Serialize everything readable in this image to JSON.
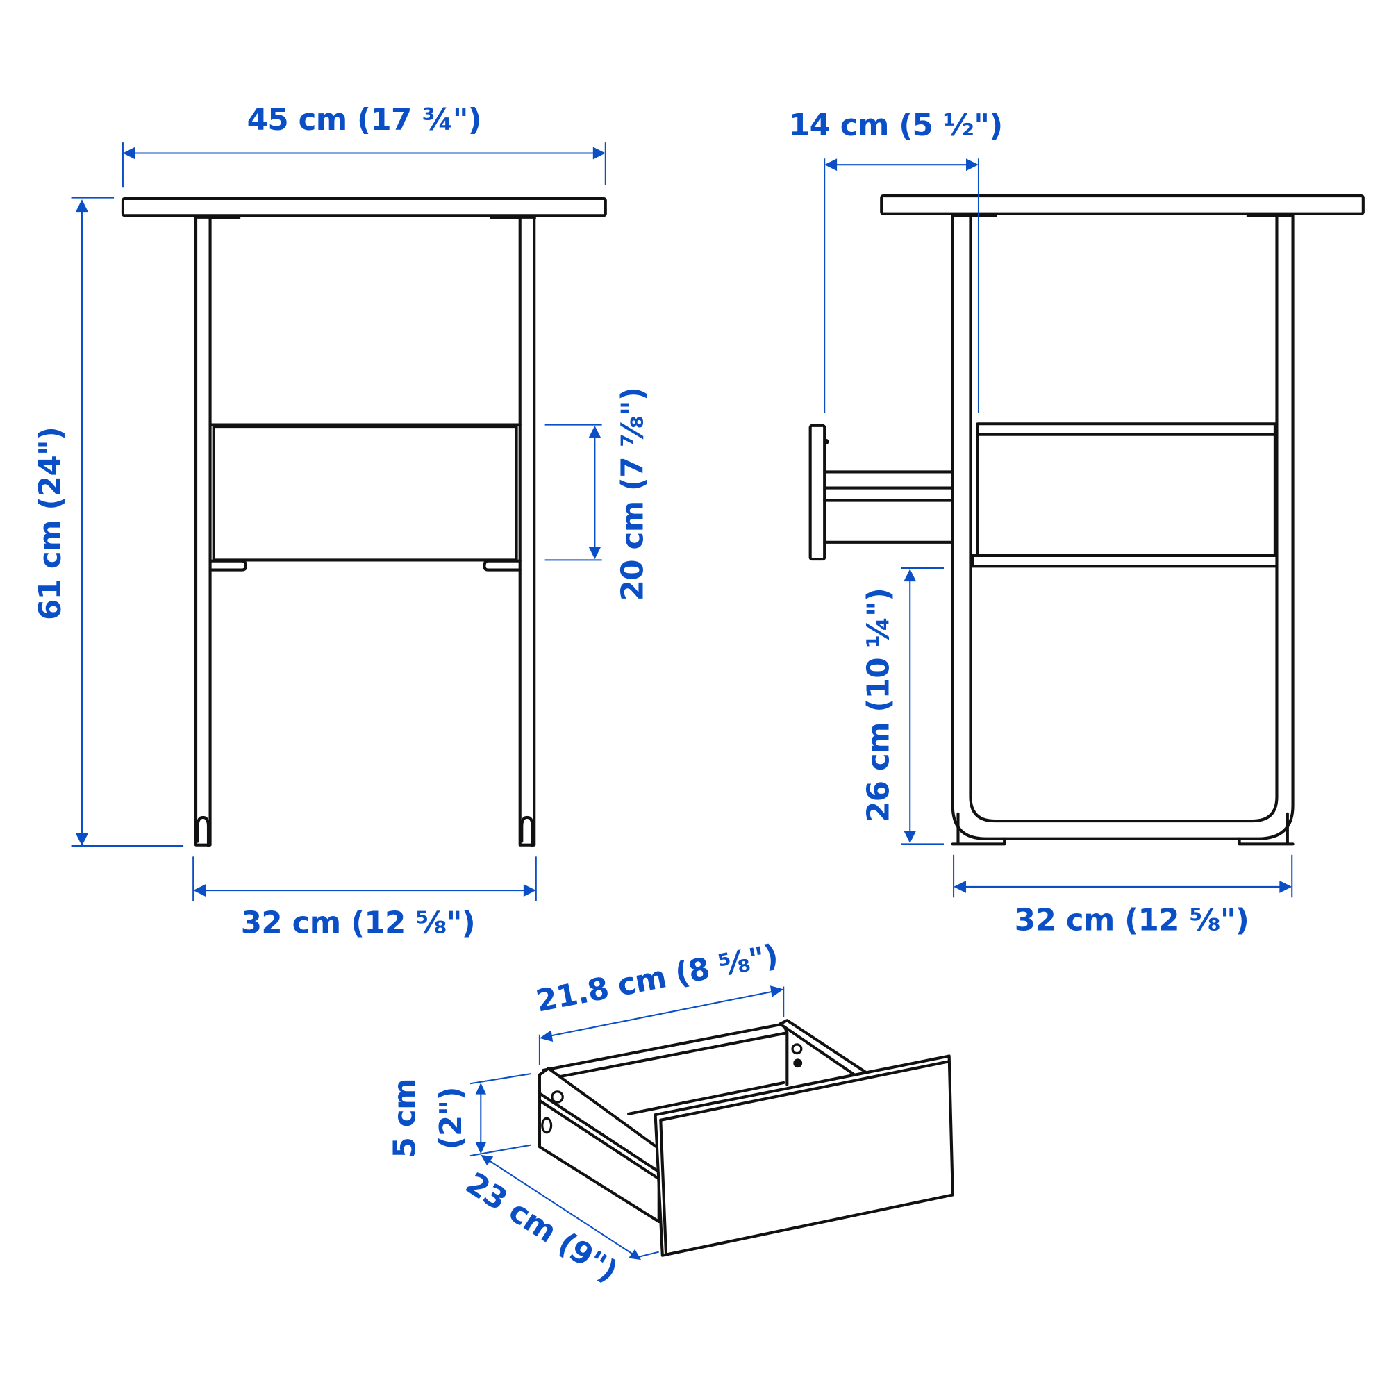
{
  "diagram": {
    "type": "furniture dimension drawing",
    "accent_color": "#0a4fc6",
    "line_color": "#111111",
    "views": {
      "front": {
        "dimensions": {
          "top_width": "45 cm (17 ¾\")",
          "total_height": "61 cm (24\")",
          "drawer_height": "20 cm (7 ⅞\")",
          "base_width": "32 cm (12 ⅝\")"
        }
      },
      "side": {
        "dimensions": {
          "drawer_extension": "14 cm (5 ½\")",
          "shelf_height": "26 cm (10 ¼\")",
          "base_depth": "32 cm (12 ⅝\")"
        }
      },
      "drawer": {
        "dimensions": {
          "inner_width": "21.8 cm (8 ⅝\")",
          "height_cm": "5 cm",
          "height_in": "(2\")",
          "depth": "23 cm (9\")"
        }
      }
    }
  }
}
